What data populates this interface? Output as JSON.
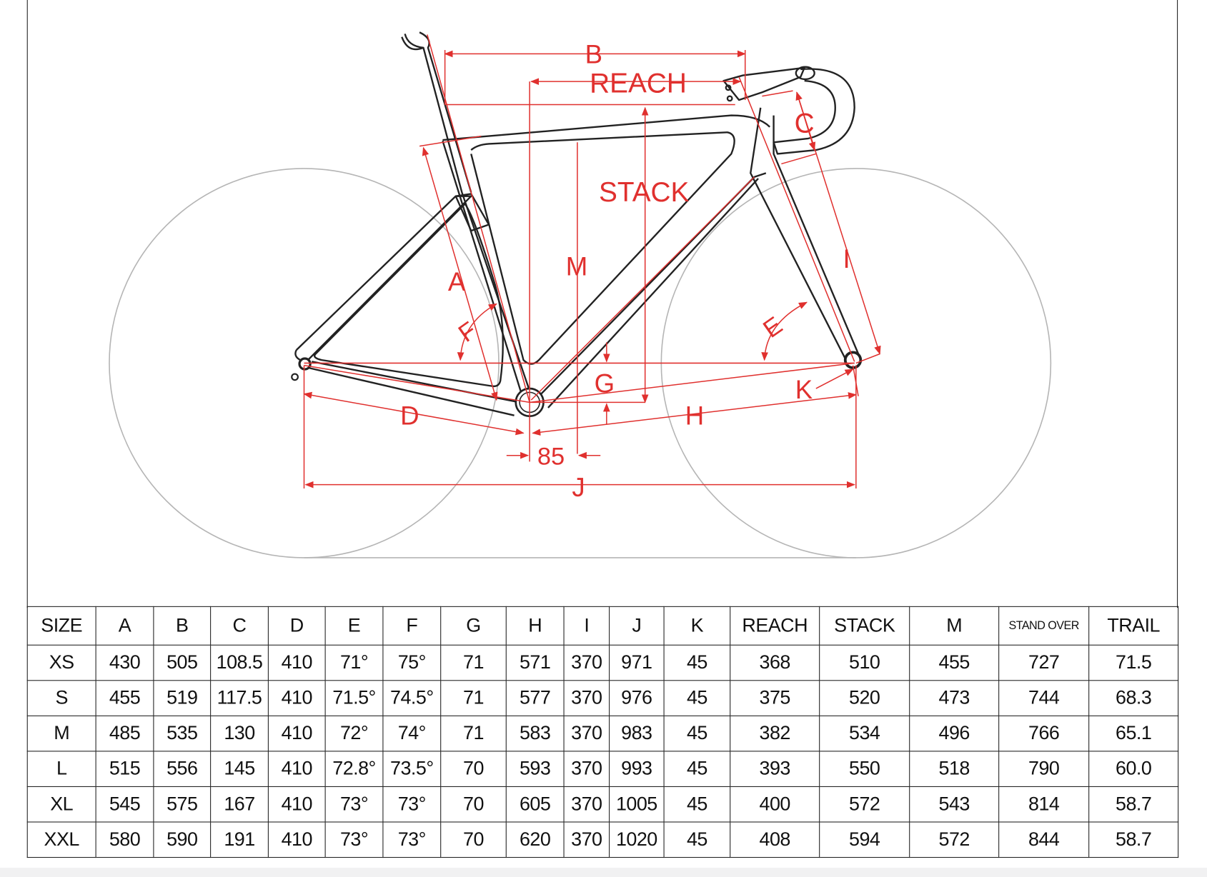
{
  "diagram": {
    "labels": {
      "b": "B",
      "reach": "REACH",
      "c": "C",
      "stack": "STACK",
      "m": "M",
      "a": "A",
      "f": "F",
      "e": "E",
      "i": "I",
      "g": "G",
      "k": "K",
      "h": "H",
      "d": "D",
      "offset": "85",
      "j": "J"
    },
    "colors": {
      "dimension": "#e0302e",
      "frame": "#222222",
      "wheel": "#b5b5b5"
    }
  },
  "table": {
    "headers": [
      "SIZE",
      "A",
      "B",
      "C",
      "D",
      "E",
      "F",
      "G",
      "H",
      "I",
      "J",
      "K",
      "REACH",
      "STACK",
      "M",
      "STAND OVER",
      "TRAIL"
    ],
    "rows": [
      [
        "XS",
        "430",
        "505",
        "108.5",
        "410",
        "71°",
        "75°",
        "71",
        "571",
        "370",
        "971",
        "45",
        "368",
        "510",
        "455",
        "727",
        "71.5"
      ],
      [
        "S",
        "455",
        "519",
        "117.5",
        "410",
        "71.5°",
        "74.5°",
        "71",
        "577",
        "370",
        "976",
        "45",
        "375",
        "520",
        "473",
        "744",
        "68.3"
      ],
      [
        "M",
        "485",
        "535",
        "130",
        "410",
        "72°",
        "74°",
        "71",
        "583",
        "370",
        "983",
        "45",
        "382",
        "534",
        "496",
        "766",
        "65.1"
      ],
      [
        "L",
        "515",
        "556",
        "145",
        "410",
        "72.8°",
        "73.5°",
        "70",
        "593",
        "370",
        "993",
        "45",
        "393",
        "550",
        "518",
        "790",
        "60.0"
      ],
      [
        "XL",
        "545",
        "575",
        "167",
        "410",
        "73°",
        "73°",
        "70",
        "605",
        "370",
        "1005",
        "45",
        "400",
        "572",
        "543",
        "814",
        "58.7"
      ],
      [
        "XXL",
        "580",
        "590",
        "191",
        "410",
        "73°",
        "73°",
        "70",
        "620",
        "370",
        "1020",
        "45",
        "408",
        "594",
        "572",
        "844",
        "58.7"
      ]
    ]
  }
}
